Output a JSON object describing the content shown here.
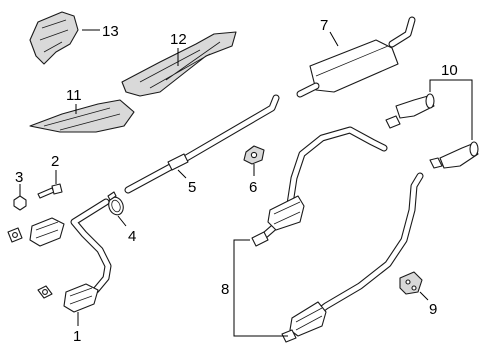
{
  "callouts": {
    "c1": "1",
    "c2": "2",
    "c3": "3",
    "c4": "4",
    "c5": "5",
    "c6": "6",
    "c7": "7",
    "c8": "8",
    "c9": "9",
    "c10": "10",
    "c11": "11",
    "c12": "12",
    "c13": "13"
  },
  "parts": [
    {
      "callout": "1",
      "name": "catalytic-converter-front"
    },
    {
      "callout": "2",
      "name": "bolt"
    },
    {
      "callout": "3",
      "name": "nut"
    },
    {
      "callout": "4",
      "name": "clamp"
    },
    {
      "callout": "5",
      "name": "intermediate-pipe"
    },
    {
      "callout": "6",
      "name": "hanger-insulator"
    },
    {
      "callout": "7",
      "name": "muffler"
    },
    {
      "callout": "8",
      "name": "resonator-pipe-assembly"
    },
    {
      "callout": "9",
      "name": "hanger-bracket"
    },
    {
      "callout": "10",
      "name": "exhaust-tips"
    },
    {
      "callout": "11",
      "name": "heat-shield-front"
    },
    {
      "callout": "12",
      "name": "heat-shield-center"
    },
    {
      "callout": "13",
      "name": "heat-shield-upper"
    }
  ]
}
